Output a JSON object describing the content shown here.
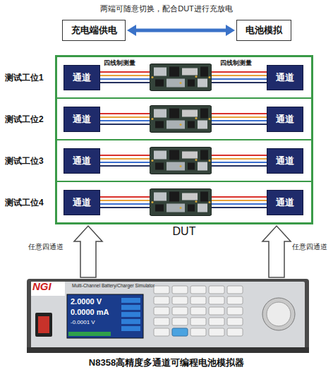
{
  "diagram": {
    "caption": "N8358高精度多通道可编程电池模拟器",
    "nodes": [
      {
        "text": [
          "充电端供电"
        ]
      },
      {
        "text": [
          "电池模拟"
        ]
      },
      {
        "text": [
          "DUT"
        ]
      },
      {
        "text": [
          "测试工位1"
        ],
        "in": 2
      },
      {
        "text": [
          "通道"
        ],
        "in": 3
      },
      {
        "text": [
          "通道"
        ],
        "in": 3
      },
      {
        "text": [
          "测试工位2"
        ],
        "in": 2
      },
      {
        "text": [
          "通道"
        ],
        "in": 6
      },
      {
        "text": [
          "通道"
        ],
        "in": 6
      },
      {
        "text": [
          "测试工位3"
        ],
        "in": 2
      },
      {
        "text": [
          "通道"
        ],
        "in": 9
      },
      {
        "text": [
          "通道"
        ],
        "in": 9
      },
      {
        "text": [
          "测试工位4"
        ],
        "in": 2
      },
      {
        "text": [
          "通道"
        ],
        "in": 12
      },
      {
        "text": [
          "通道"
        ],
        "in": 12
      },
      {
        "text": [
          "NGI",
          "Multi-Channel Battery/Charger Simulator",
          "2.0000 V",
          "0.0000 mA",
          "-0.0001 V"
        ]
      }
    ],
    "edges": [
      {
        "from": 0,
        "to": 1,
        "arrow": "both"
      },
      {
        "from": 4,
        "to": 5,
        "arrow": "none"
      },
      {
        "from": 7,
        "to": 8,
        "arrow": "none"
      },
      {
        "from": 10,
        "to": 11,
        "arrow": "none"
      },
      {
        "from": 13,
        "to": 14,
        "arrow": "none"
      },
      {
        "from": 15,
        "to": 2,
        "arrow": "to",
        "label": "任意四通道"
      },
      {
        "from": 15,
        "to": 2,
        "arrow": "to",
        "label": "任意四通道"
      }
    ],
    "labels": [
      "两端可随意切换，配合DUT进行充放电",
      "四线制测量",
      "四线制测量"
    ]
  }
}
